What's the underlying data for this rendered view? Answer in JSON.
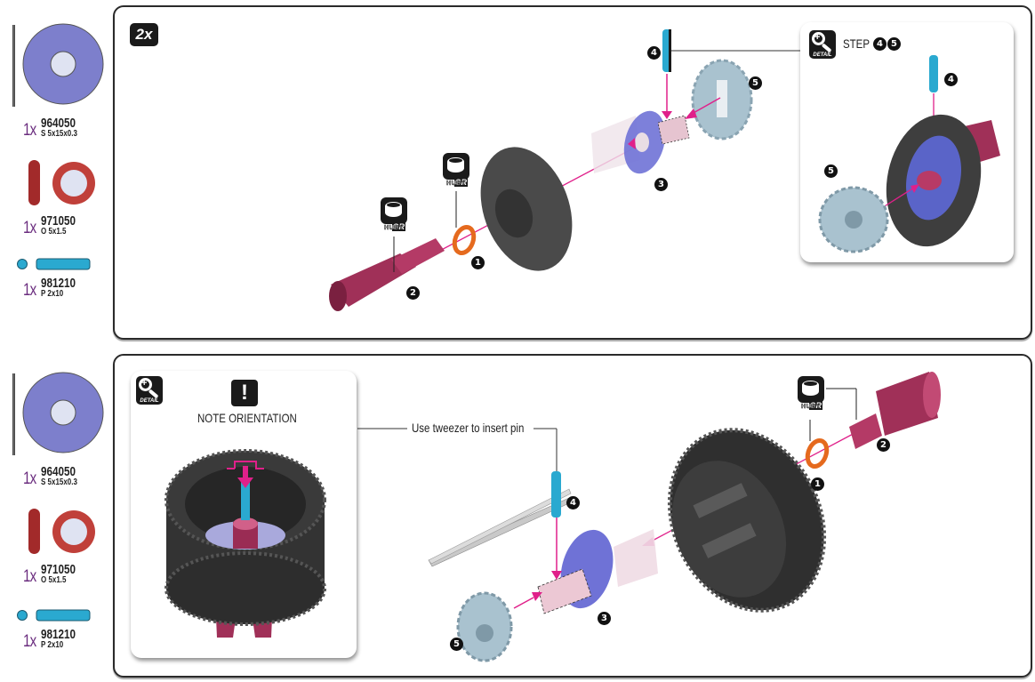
{
  "steps": [
    {
      "id": "step-top",
      "multiplier_badge": "2x",
      "parts": [
        {
          "qty": "1x",
          "code": "964050",
          "spec": "S 5x15x0.3",
          "type": "shim"
        },
        {
          "qty": "1x",
          "code": "971050",
          "spec": "O 5x1.5",
          "type": "o-ring"
        },
        {
          "qty": "1x",
          "code": "981210",
          "spec": "P 2x10",
          "type": "pin"
        }
      ],
      "callouts": [
        "1",
        "2",
        "3",
        "4",
        "5"
      ],
      "grease_labels": [
        "GR",
        "HUDY"
      ],
      "detail_inset": {
        "icon_text": "DETAIL",
        "title": "STEP",
        "step_numbers": [
          "4",
          "5"
        ]
      }
    },
    {
      "id": "step-bottom",
      "parts": [
        {
          "qty": "1x",
          "code": "964050",
          "spec": "S 5x15x0.3",
          "type": "shim"
        },
        {
          "qty": "1x",
          "code": "971050",
          "spec": "O 5x1.5",
          "type": "o-ring"
        },
        {
          "qty": "1x",
          "code": "981210",
          "spec": "P 2x10",
          "type": "pin"
        }
      ],
      "callouts": [
        "1",
        "2",
        "3",
        "4",
        "5"
      ],
      "grease_labels": [
        "GR",
        "HUDY"
      ],
      "detail_inset": {
        "icon_text": "DETAIL",
        "warning_glyph": "!",
        "title": "NOTE ORIENTATION"
      },
      "instruction": "Use tweezer to insert pin"
    }
  ],
  "colors": {
    "shim": "#7d7fcc",
    "o_ring": "#b8322f",
    "pin": "#2aa9d0",
    "outdrive": "#a03058",
    "arrow": "#e0208a",
    "gear": "#3a3a3a",
    "bevel": "#a9c2cf",
    "qty_purple": "#6a2c7e"
  }
}
